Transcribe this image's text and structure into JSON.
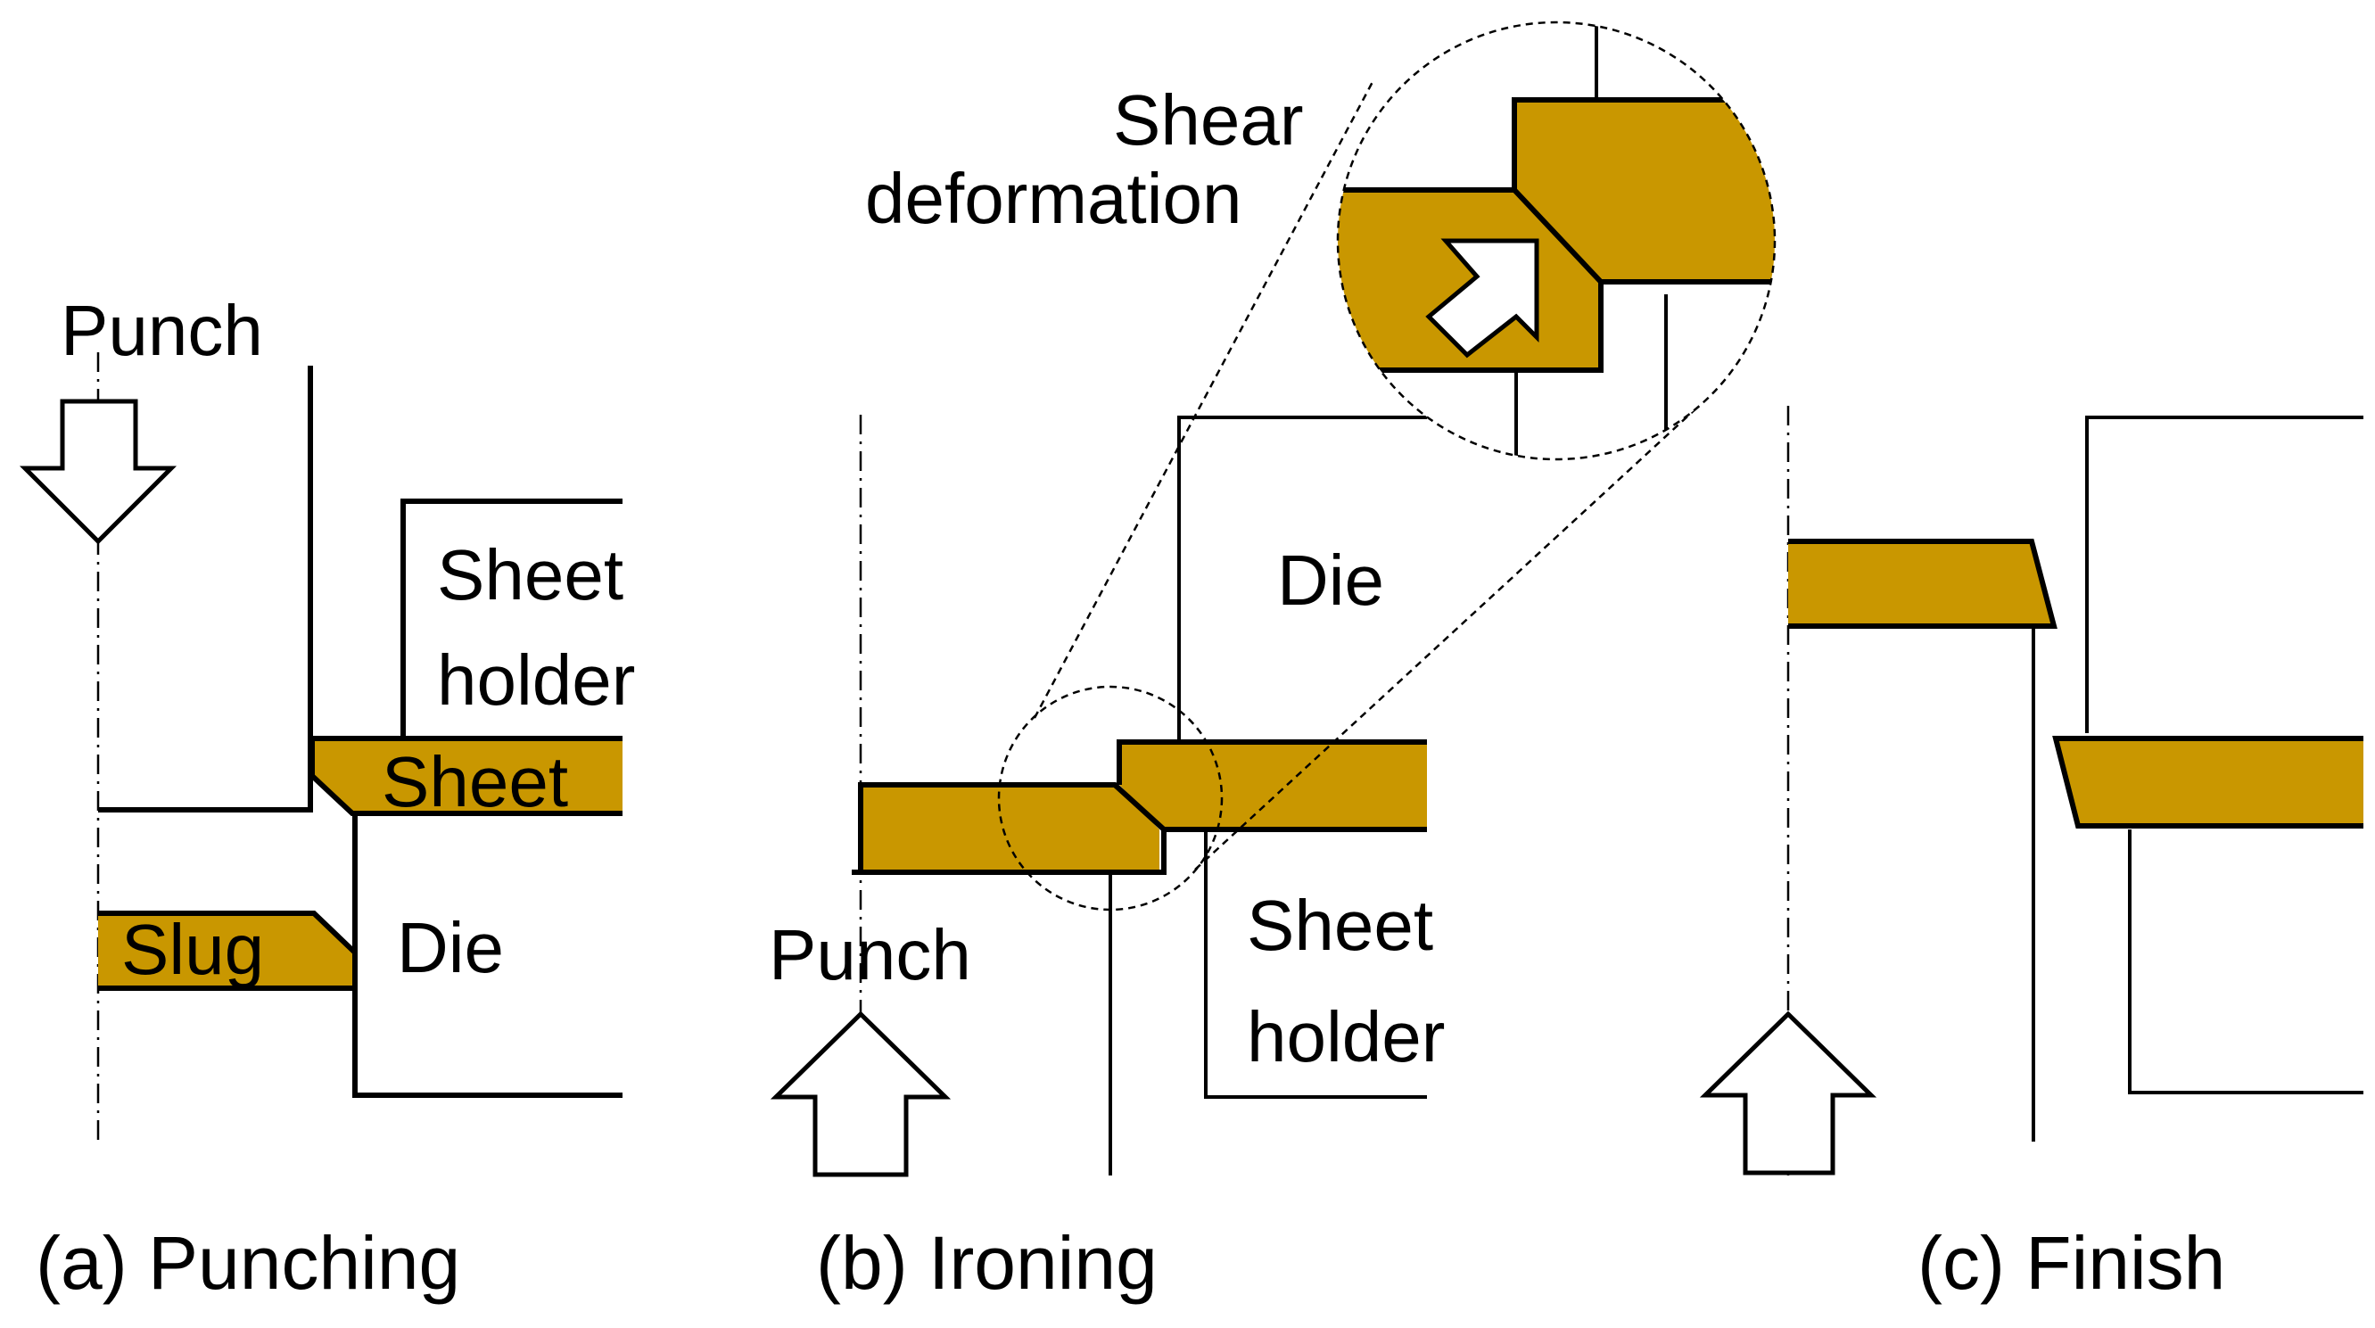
{
  "colors": {
    "sheet_fill": "#C99700",
    "outline": "#000000",
    "background": "#FFFFFF"
  },
  "panel_a": {
    "caption": "(a) Punching",
    "label_punch": "Punch",
    "label_sheet_holder_line1": "Sheet",
    "label_sheet_holder_line2": "holder",
    "label_sheet": "Sheet",
    "label_slug": "Slug",
    "label_die": "Die"
  },
  "panel_b": {
    "caption": "(b) Ironing",
    "label_shear_line1": "Shear",
    "label_shear_line2": "deformation",
    "label_die": "Die",
    "label_punch": "Punch",
    "label_sheet_holder_line1": "Sheet",
    "label_sheet_holder_line2": "holder"
  },
  "panel_c": {
    "caption": "(c) Finish"
  }
}
